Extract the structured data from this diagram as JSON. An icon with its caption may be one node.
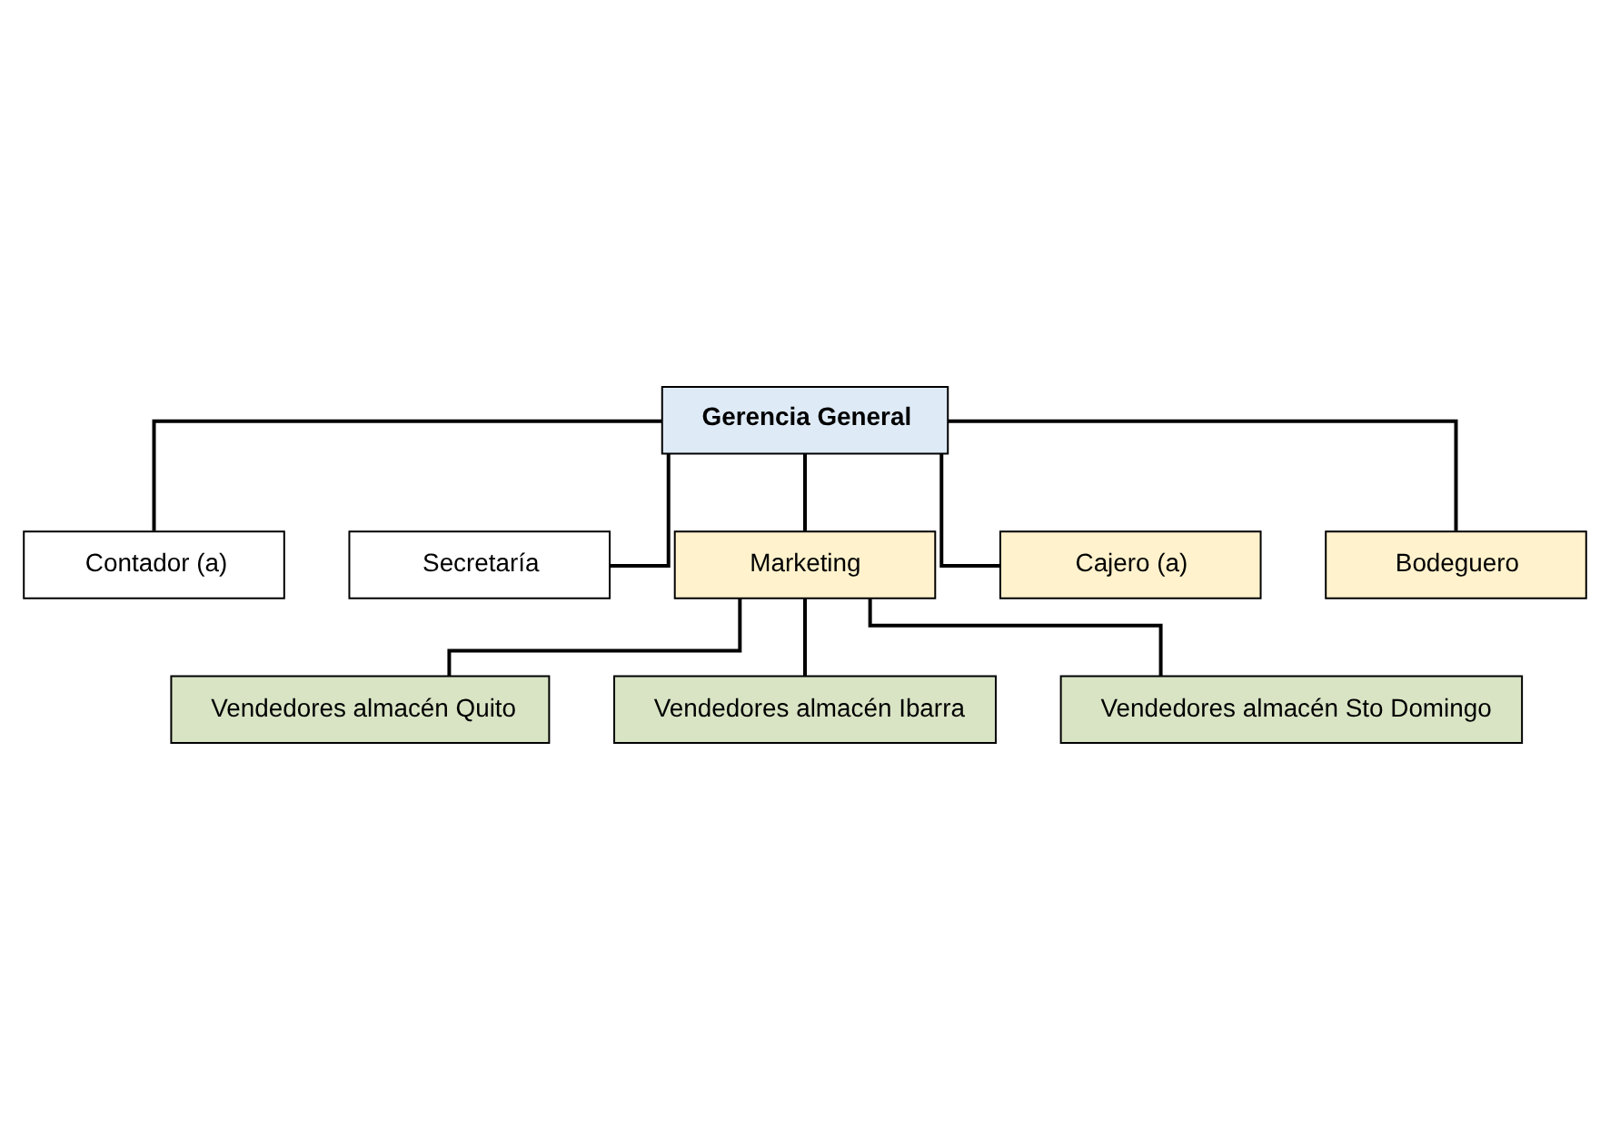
{
  "diagram": {
    "nodes": [
      {
        "text": [
          "Gerencia General"
        ]
      },
      {
        "text": [
          "Contador (a)"
        ]
      },
      {
        "text": [
          "Secretaría"
        ]
      },
      {
        "text": [
          "Marketing"
        ]
      },
      {
        "text": [
          "Cajero (a)"
        ]
      },
      {
        "text": [
          "Bodeguero"
        ]
      },
      {
        "text": [
          "Vendedores almacén Quito"
        ]
      },
      {
        "text": [
          "Vendedores almacén Ibarra"
        ]
      },
      {
        "text": [
          "Vendedores almacén Sto Domingo"
        ]
      }
    ],
    "edges": [
      {
        "from": 0,
        "to": 1,
        "arrow": "none"
      },
      {
        "from": 0,
        "to": 2,
        "arrow": "none"
      },
      {
        "from": 0,
        "to": 3,
        "arrow": "none"
      },
      {
        "from": 0,
        "to": 4,
        "arrow": "none"
      },
      {
        "from": 0,
        "to": 5,
        "arrow": "none"
      },
      {
        "from": 3,
        "to": 6,
        "arrow": "none"
      },
      {
        "from": 3,
        "to": 7,
        "arrow": "none"
      },
      {
        "from": 3,
        "to": 8,
        "arrow": "none"
      }
    ]
  }
}
